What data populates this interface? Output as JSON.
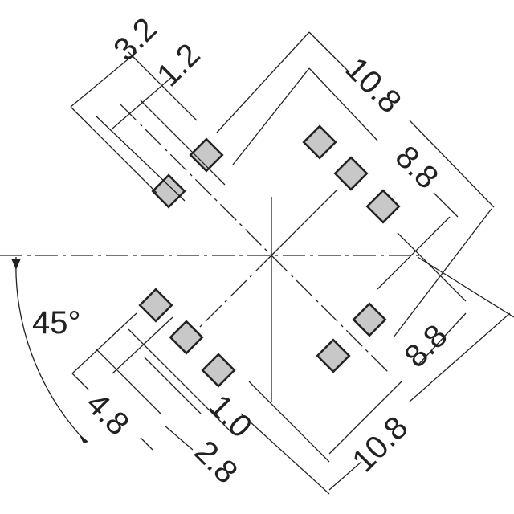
{
  "title": "Pad layout drawing",
  "colors": {
    "pad_fill": "#c8c8c8",
    "line": "#222222"
  },
  "dimensions": {
    "pitch_outer_top": "3.2",
    "pad_width_top": "1.2",
    "outer_top_right": "10.8",
    "inner_top_right": "8.8",
    "inner_bottom_right": "8.8",
    "outer_bottom_right": "10.8",
    "angle": "45°",
    "pitch_outer_bottom": "4.8",
    "pad_width_bottom": "1.0",
    "pitch_inner_bottom": "2.8"
  }
}
